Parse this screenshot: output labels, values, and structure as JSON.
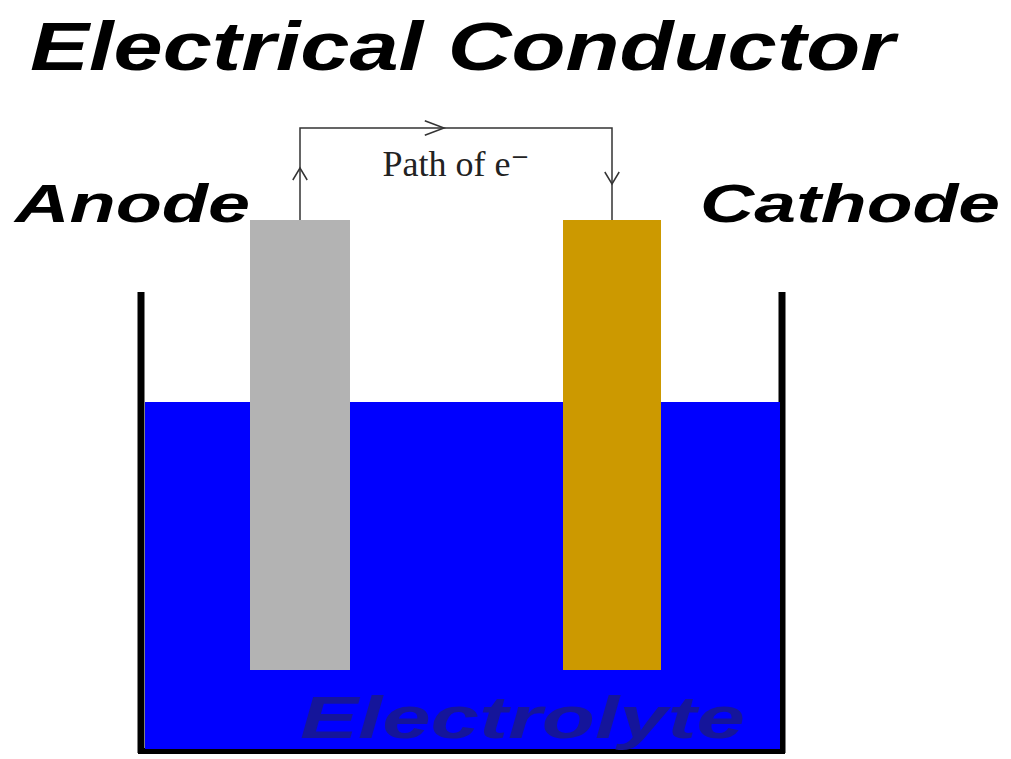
{
  "diagram": {
    "title": "Electrical Conductor",
    "nodes": [
      {
        "text": [
          "Anode"
        ]
      },
      {
        "text": [
          "Cathode"
        ]
      },
      {
        "text": [
          "Electrolyte"
        ]
      }
    ],
    "edges": [
      {
        "from": 0,
        "to": 1,
        "arrow": "to",
        "label": "Path of e⁻"
      }
    ]
  }
}
